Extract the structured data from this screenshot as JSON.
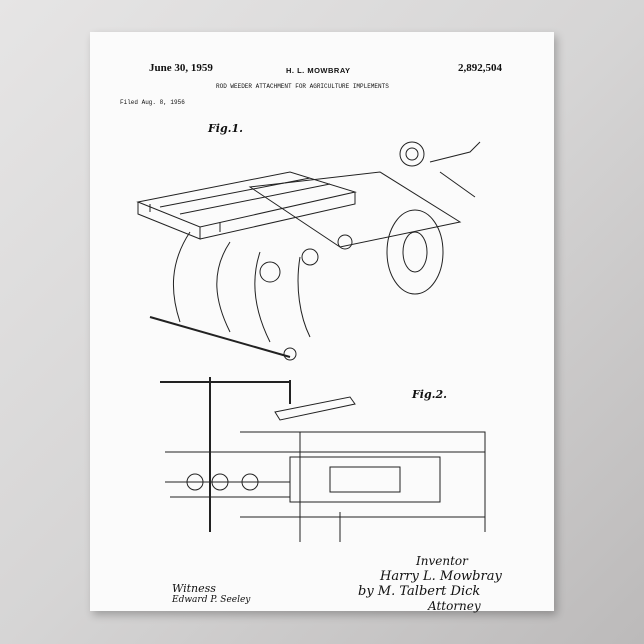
{
  "patent": {
    "date": "June 30, 1959",
    "inventor_header": "H. L. MOWBRAY",
    "number": "2,892,504",
    "title": "ROD WEEDER ATTACHMENT FOR AGRICULTURE IMPLEMENTS",
    "filed": "Filed Aug. 8, 1956"
  },
  "figures": {
    "fig1": "Fig.1.",
    "fig2": "Fig.2."
  },
  "signatures": {
    "inventor_label": "Inventor",
    "inventor_name": "Harry L. Mowbray",
    "by": "by M. Talbert Dick",
    "attorney": "Attorney",
    "witness_label": "Witness",
    "witness_name": "Edward P. Seeley"
  }
}
